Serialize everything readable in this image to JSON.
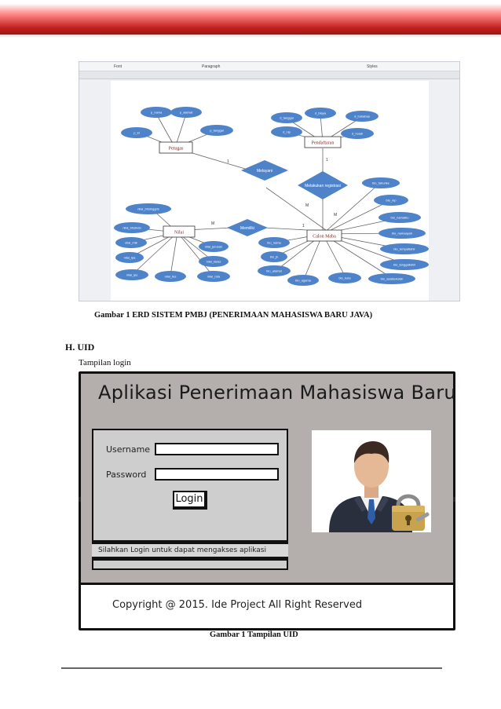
{
  "erd_screenshot": {
    "ribbon": {
      "font": "Font",
      "paragraph": "Paragraph",
      "styles": "Styles"
    },
    "entities": {
      "petugas": "Petugas",
      "pendaftaran": "Pendaftaran",
      "nilai": "Nilai",
      "calon_maba": "Calon Maba"
    },
    "relations": {
      "melayani": "Melayani",
      "melakukan": "Melakukan registrasi",
      "memiliki": "Memiliki"
    },
    "cardinalities": {
      "c1": "1",
      "c2": "1",
      "c3": "M",
      "c4": "M",
      "c5": "M",
      "c6": "1"
    },
    "attributes": {
      "petugas": [
        "p_nama",
        "p_alamat",
        "p_id",
        "p_tanggal"
      ],
      "pendaftaran": [
        "d_tanggal",
        "d_biaya",
        "d_bukabaa",
        "d_nip",
        "d_noadi"
      ],
      "nilai": [
        "nilai_bhsinggris",
        "nilai_bhsindo",
        "nilai_mtk",
        "nilai_ipa",
        "nilai_ips",
        "nilai_tes",
        "nilai_rata",
        "nilai_jurusan",
        "nilai_kelas",
        "nilai_angka"
      ],
      "calon_maba": [
        "bio_tahunke",
        "bio_nip",
        "bio_namaibu",
        "bio_namaayah",
        "bio_tempatlahir",
        "bio_tanggallahir",
        "bio_asalsekolah",
        "bio_nama",
        "bio_jk",
        "bio_alamat",
        "bio_kota",
        "bio_agama"
      ]
    }
  },
  "caption_erd": "Gambar 1 ERD SISTEM PMBJ (PENERIMAAN MAHASISWA BARU JAVA)",
  "section": {
    "heading": "H. UID",
    "subtext": "Tampilan login"
  },
  "uid": {
    "title": "Aplikasi Penerimaan Mahasiswa Baru",
    "username_label": "Username",
    "password_label": "Password",
    "username_value": "",
    "password_value": "",
    "login_label": "Login",
    "message": "Silahkan Login untuk dapat mengakses aplikasi",
    "footer": "Copyright @ 2015. Ide Project All Right Reserved"
  },
  "caption_uid": "Gambar 1 Tampilan UID",
  "colors": {
    "banner_red": "#c3221f",
    "ellipse_blue": "#4f83c9",
    "diamond_blue": "#4f83c9",
    "mockup_gray": "#b4aead"
  },
  "icons": {
    "user_lock": "businessman-with-padlock-icon"
  }
}
